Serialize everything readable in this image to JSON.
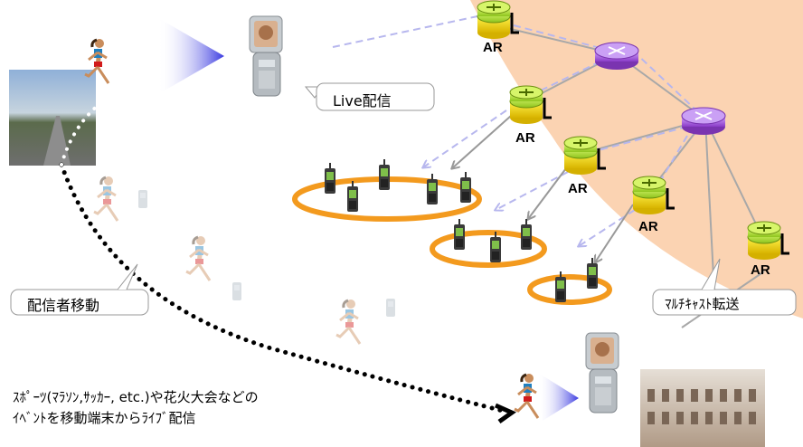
{
  "colors": {
    "core_area": "#fbd3b2",
    "router_green": "#b6e23a",
    "router_yellow": "#f2d200",
    "router_purple": "#a25ad6",
    "multicast_ring": "#f39a1e",
    "path_dashed": "#b7b7ee",
    "trail_dots": "#000000"
  },
  "labels": {
    "live": "Live配信",
    "mover": "配信者移動",
    "multicast": "ﾏﾙﾁｷｬｽﾄ転送",
    "caption_line1": "ｽﾎﾟｰﾂ(ﾏﾗｿﾝ,ｻｯｶｰ, etc.)や花火大会などの",
    "caption_line2": "ｲﾍﾞﾝﾄを移動端末からﾗｲﾌﾞ配信"
  },
  "access_routers": [
    {
      "label": "AR"
    },
    {
      "label": "AR"
    },
    {
      "label": "AR"
    },
    {
      "label": "AR"
    },
    {
      "label": "AR"
    }
  ],
  "icons": [
    "access-router-icon",
    "core-router-icon",
    "mobile-phone-icon",
    "runner-icon",
    "road-photo",
    "colosseum-photo"
  ]
}
